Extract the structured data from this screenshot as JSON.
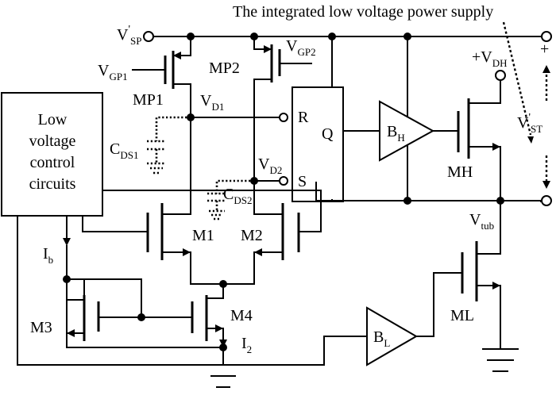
{
  "title": "The integrated low voltage power supply",
  "control_block": {
    "lines": [
      "Low",
      "voltage",
      "control",
      "circuits"
    ]
  },
  "labels": {
    "vsp": {
      "main": "V",
      "sup": "'",
      "sub": "SP"
    },
    "vgp1": {
      "main": "V",
      "sub": "GP1"
    },
    "vgp2": {
      "main": "V",
      "sub": "GP2"
    },
    "vd1": {
      "main": "V",
      "sub": "D1"
    },
    "vd2": {
      "main": "V",
      "sub": "D2"
    },
    "cds1": {
      "main": "C",
      "sub": "DS1"
    },
    "cds2": {
      "main": "C",
      "sub": "DS2"
    },
    "vdh": {
      "main": "+V",
      "sub": "DH"
    },
    "vst": {
      "main": "V",
      "sup": "'",
      "sub": "ST"
    },
    "vtub": {
      "main": "V",
      "sub": "tub"
    },
    "ib": {
      "main": "I",
      "sub": "b"
    },
    "i2": {
      "main": "I",
      "sub": "2"
    },
    "bh": {
      "main": "B",
      "sub": "H"
    },
    "bl": {
      "main": "B",
      "sub": "L"
    },
    "mp1": "MP1",
    "mp2": "MP2",
    "m1": "M1",
    "m2": "M2",
    "m3": "M3",
    "m4": "M4",
    "mh": "MH",
    "ml": "ML",
    "r": "R",
    "s": "S",
    "q": "Q",
    "plus": "+",
    "minus": "−"
  }
}
